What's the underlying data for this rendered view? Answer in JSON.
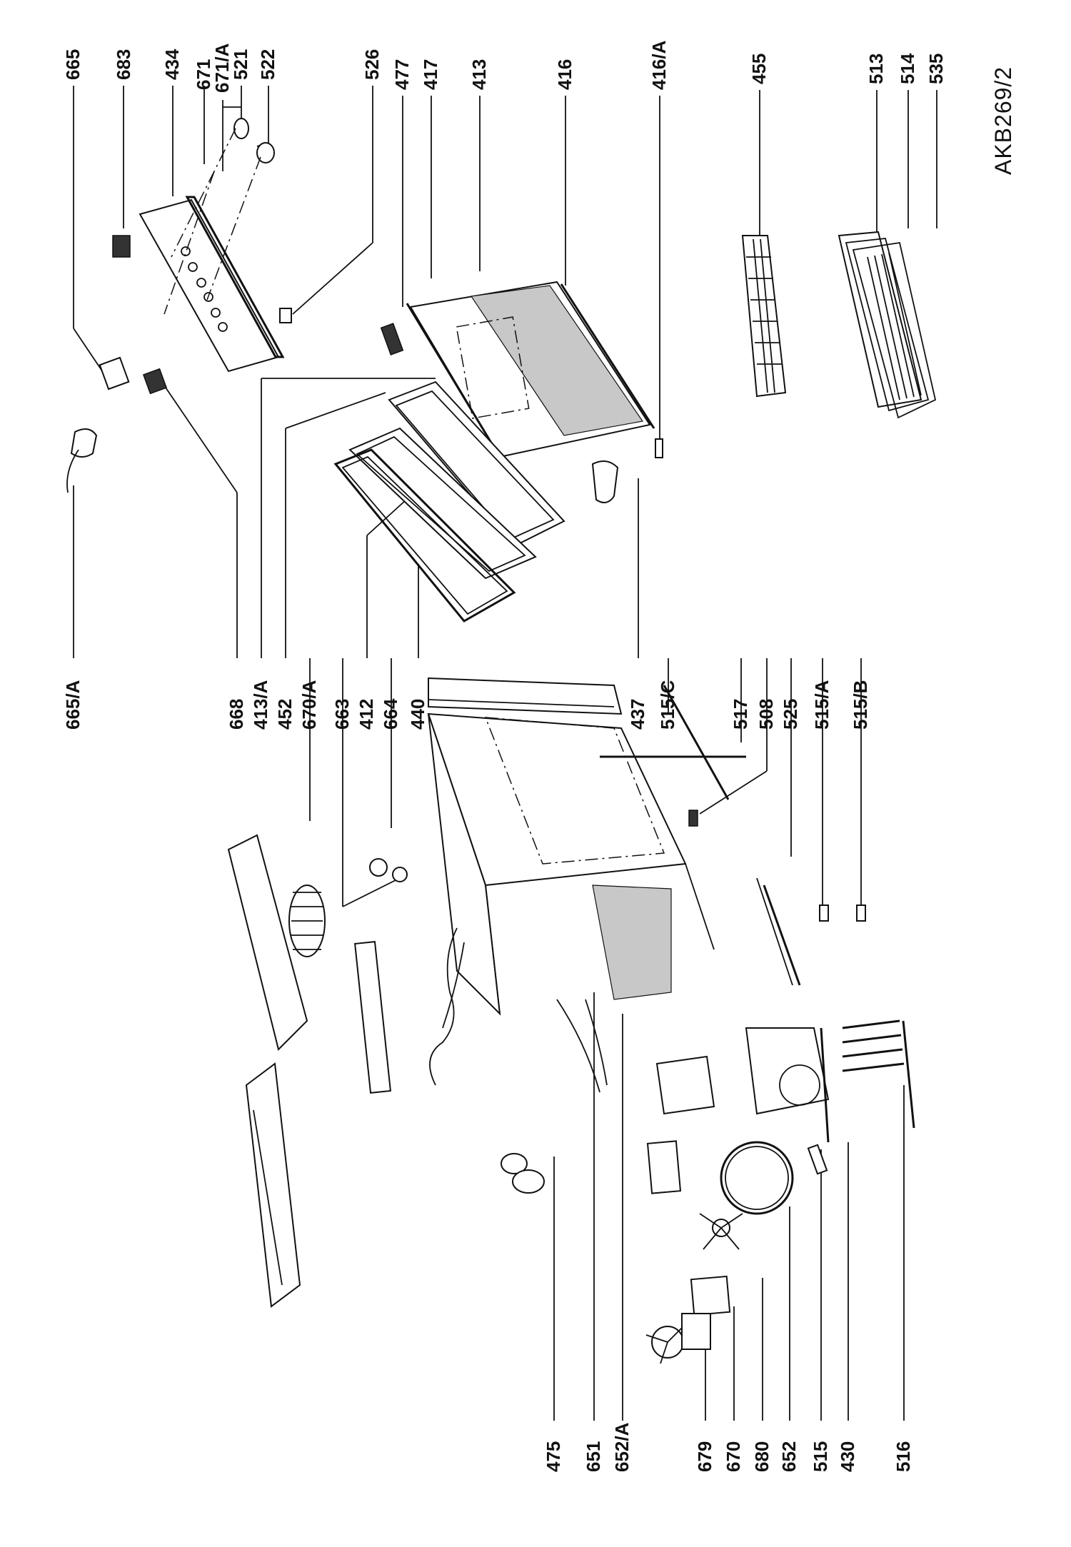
{
  "drawing_code": "AKB269/2",
  "labels": {
    "p665": "665",
    "p683": "683",
    "p434": "434",
    "p671": "671",
    "p671a": "671/A",
    "p521": "521",
    "p522": "522",
    "p526": "526",
    "p477": "477",
    "p417": "417",
    "p413": "413",
    "p416": "416",
    "p416a": "416/A",
    "p455": "455",
    "p513": "513",
    "p514": "514",
    "p535": "535",
    "p665a": "665/A",
    "p668": "668",
    "p413a": "413/A",
    "p452": "452",
    "p670a": "670/A",
    "p663": "663",
    "p412": "412",
    "p664": "664",
    "p440": "440",
    "p437": "437",
    "p515c": "515/C",
    "p517": "517",
    "p508": "508",
    "p525": "525",
    "p515a": "515/A",
    "p515b": "515/B",
    "p475": "475",
    "p651": "651",
    "p652a": "652/A",
    "p679": "679",
    "p670": "670",
    "p680": "680",
    "p652": "652",
    "p515": "515",
    "p430": "430",
    "p516": "516"
  }
}
